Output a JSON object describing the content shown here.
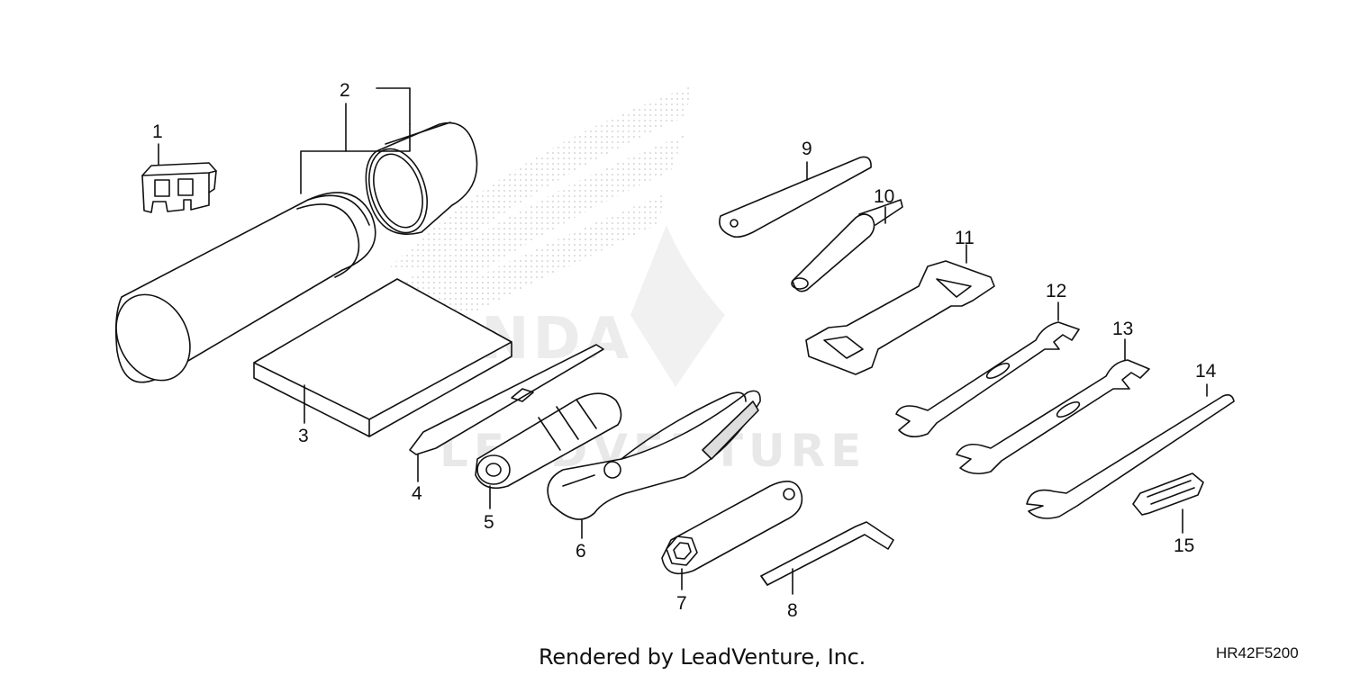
{
  "callouts": [
    {
      "id": "1",
      "text": "1"
    },
    {
      "id": "2",
      "text": "2"
    },
    {
      "id": "3",
      "text": "3"
    },
    {
      "id": "4",
      "text": "4"
    },
    {
      "id": "5",
      "text": "5"
    },
    {
      "id": "6",
      "text": "6"
    },
    {
      "id": "7",
      "text": "7"
    },
    {
      "id": "8",
      "text": "8"
    },
    {
      "id": "9",
      "text": "9"
    },
    {
      "id": "10",
      "text": "10"
    },
    {
      "id": "11",
      "text": "11"
    },
    {
      "id": "12",
      "text": "12"
    },
    {
      "id": "13",
      "text": "13"
    },
    {
      "id": "14",
      "text": "14"
    },
    {
      "id": "15",
      "text": "15"
    }
  ],
  "watermark": {
    "logo_text": "HONDA",
    "brand_text": "LEADVENTURE"
  },
  "footer": {
    "credit": "Rendered by LeadVenture, Inc.",
    "diagram_code": "HR42F5200"
  },
  "colors": {
    "line": "#111111",
    "watermark": "#e6e6e6"
  }
}
